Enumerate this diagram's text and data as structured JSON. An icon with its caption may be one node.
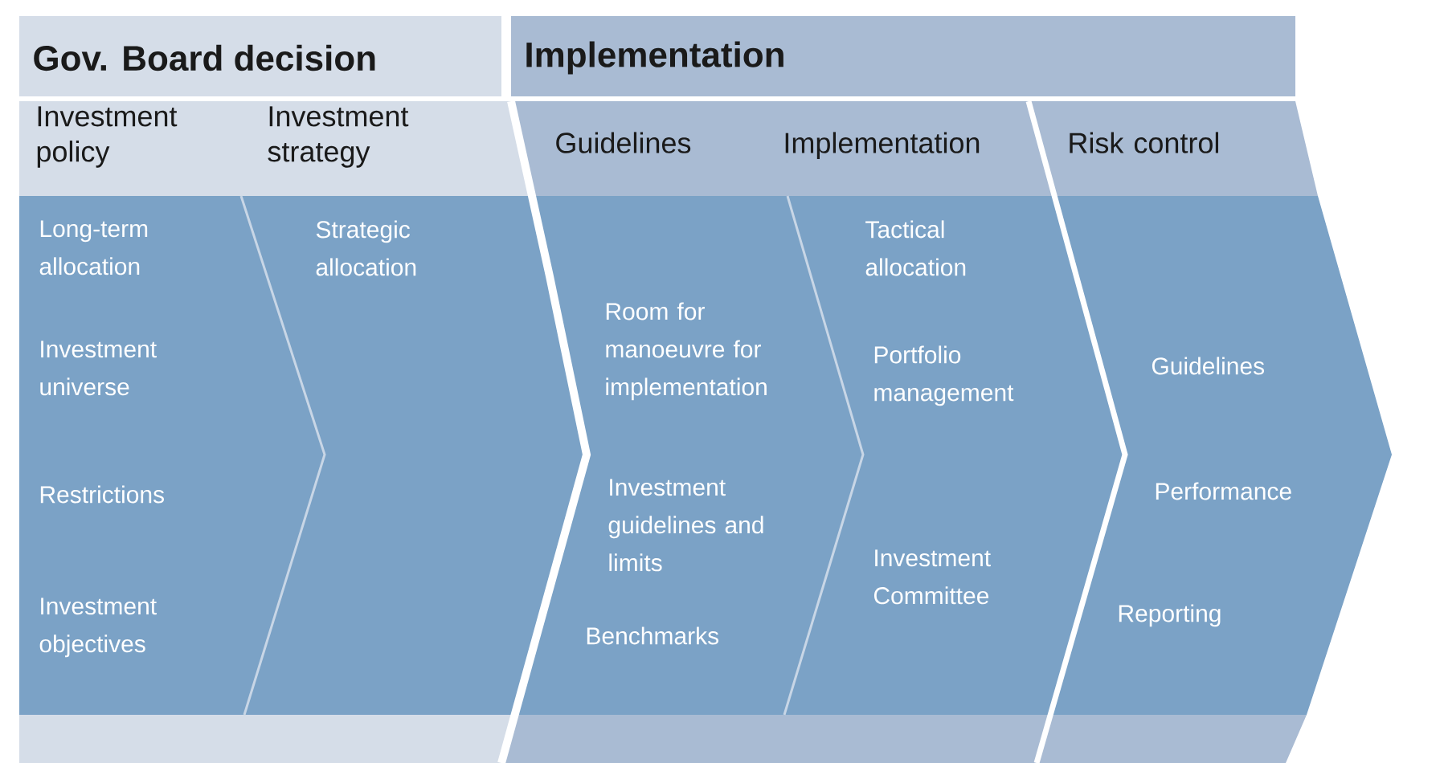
{
  "diagram": {
    "nodes": [
      {
        "text": [
          "Gov. Board decision"
        ]
      },
      {
        "text": [
          "Implementation"
        ]
      },
      {
        "text": [
          "Investment policy",
          "Long-term allocation",
          "Investment universe",
          "Restrictions",
          "Investment objectives"
        ]
      },
      {
        "text": [
          "Investment strategy",
          "Strategic allocation"
        ]
      },
      {
        "text": [
          "Guidelines",
          "Room for manoeuvre for implementation",
          "Investment guidelines and limits",
          "Benchmarks"
        ]
      },
      {
        "text": [
          "Implementation",
          "Tactical allocation",
          "Portfolio management",
          "Investment Committee"
        ]
      },
      {
        "text": [
          "Risk control",
          "Guidelines",
          "Performance",
          "Reporting"
        ]
      }
    ]
  }
}
